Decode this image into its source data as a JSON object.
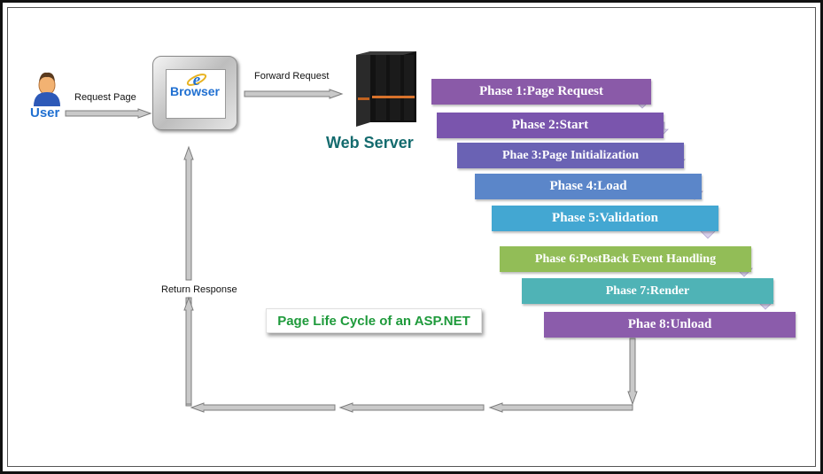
{
  "nodes": {
    "user": "User",
    "browser": "Browser",
    "web_server": "Web Server"
  },
  "edges": {
    "request_page": "Request Page",
    "forward_request": "Forward Request",
    "return_response": "Return Response"
  },
  "phases": [
    {
      "label": "Phase 1:Page Request",
      "color": "#8a5aa8"
    },
    {
      "label": "Phase 2:Start",
      "color": "#7a55ad"
    },
    {
      "label": "Phae 3:Page Initialization",
      "color": "#6a62b4"
    },
    {
      "label": "Phase 4:Load",
      "color": "#5b86c9"
    },
    {
      "label": "Phase 5:Validation",
      "color": "#43a7d2"
    },
    {
      "label": "Phase 6:PostBack Event Handling",
      "color": "#92bd57"
    },
    {
      "label": "Phase 7:Render",
      "color": "#4fb3b6"
    },
    {
      "label": "Phae 8:Unload",
      "color": "#8b5cab"
    }
  ],
  "caption": "Page Life Cycle of an ASP.NET",
  "colors": {
    "arrow_fill": "#c9c9c9",
    "arrow_stroke": "#7d7d7d",
    "phase_connector": "#d8d0ec"
  }
}
